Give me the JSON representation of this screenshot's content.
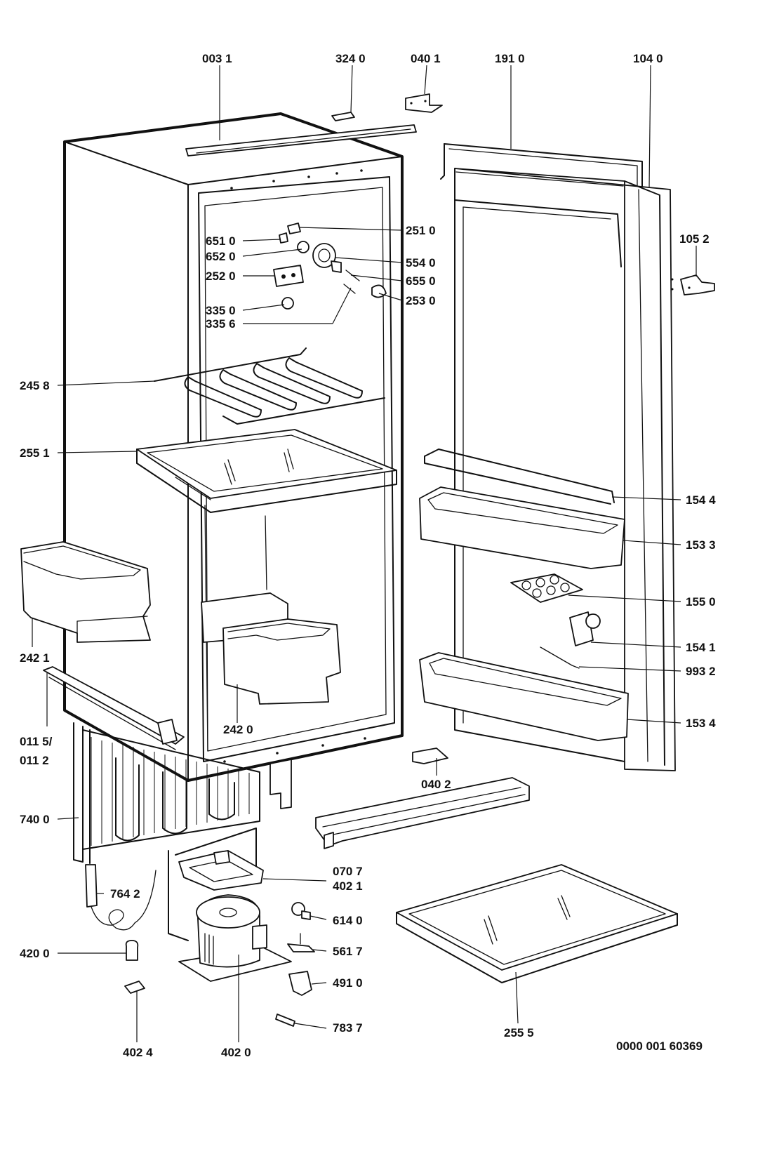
{
  "diagram": {
    "reference_number": "0000 001 60369",
    "labels": {
      "l0031": "003 1",
      "l3240": "324 0",
      "l0401": "040 1",
      "l1910": "191 0",
      "l1040": "104 0",
      "l1052": "105 2",
      "l6510": "651 0",
      "l2510": "251 0",
      "l6520": "652 0",
      "l5540": "554 0",
      "l2520": "252 0",
      "l6550": "655 0",
      "l2530": "253 0",
      "l3350": "335 0",
      "l3356": "335 6",
      "l2458": "245 8",
      "l2551": "255 1",
      "l1544": "154 4",
      "l1533": "153 3",
      "l1550": "155 0",
      "l2421": "242 1",
      "l1541": "154 1",
      "l9932": "993 2",
      "l2420": "242 0",
      "l1534": "153 4",
      "l0115": "011 5/",
      "l0112": "011 2",
      "l0402": "040 2",
      "l7400": "740 0",
      "l0707": "070 7",
      "l4021": "402 1",
      "l7642": "764 2",
      "l6140": "614 0",
      "l4200": "420 0",
      "l5617": "561 7",
      "l4910": "491 0",
      "l7837": "783 7",
      "l2555": "255 5",
      "l4024": "402 4",
      "l4020": "402 0"
    }
  }
}
